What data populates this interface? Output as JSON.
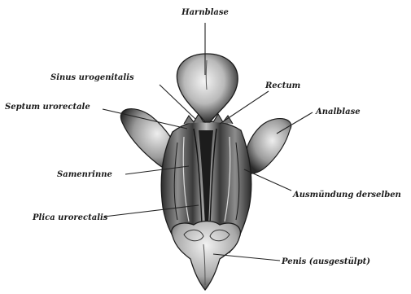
{
  "figure": {
    "labels": {
      "harnblase": "Harnblase",
      "sinus_urogenitalis": "Sinus urogenitalis",
      "rectum": "Rectum",
      "septum_urorectale": "Septum urorectale",
      "analblase": "Analblase",
      "samenrinne": "Samenrinne",
      "ausmuendung_derselben": "Ausmündung derselben",
      "plica_urorectalis": "Plica urorectalis",
      "penis": "Penis (ausgestülpt)"
    }
  }
}
